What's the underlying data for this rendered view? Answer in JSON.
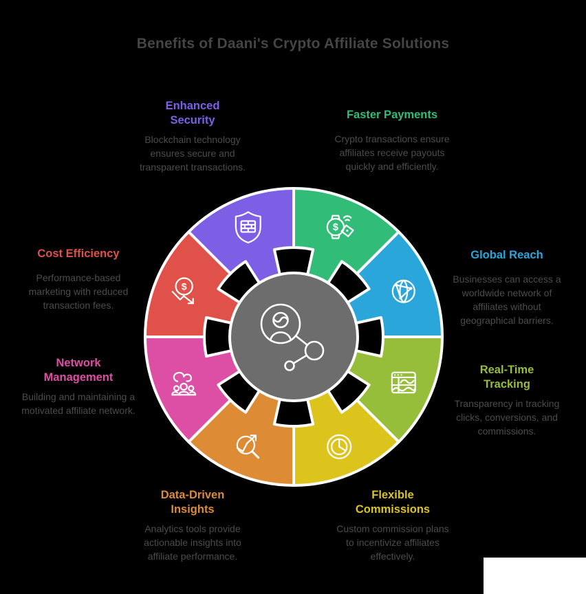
{
  "title": "Benefits of Daani's Crypto Affiliate Solutions",
  "text_colors": {
    "title": "#454545",
    "body": "#4c4c4c"
  },
  "center": {
    "icon": "affiliate-network-icon",
    "color": "#6d6d6d"
  },
  "watermark": {
    "color": "#ffffff"
  },
  "benefits": [
    {
      "id": "enhanced-security",
      "label": "Enhanced Security",
      "description": "Blockchain technology ensures secure and transparent transactions.",
      "color": "#7d5fe6",
      "icon": "shield-icon"
    },
    {
      "id": "faster-payments",
      "label": "Faster Payments",
      "description": "Crypto transactions ensure affiliates receive payouts quickly and efficiently.",
      "color": "#31bd78",
      "icon": "smartwatch-payment-icon"
    },
    {
      "id": "global-reach",
      "label": "Global Reach",
      "description": "Businesses can access a worldwide network of affiliates without geographical barriers.",
      "color": "#2aa6db",
      "icon": "globe-network-icon"
    },
    {
      "id": "real-time-tracking",
      "label": "Real-Time Tracking",
      "description": "Transparency in tracking clicks, conversions, and commissions.",
      "color": "#96be3a",
      "icon": "tracking-dashboard-icon"
    },
    {
      "id": "flexible-commissions",
      "label": "Flexible Commissions",
      "description": "Custom commission plans to incentivize affiliates effectively.",
      "color": "#ddc41d",
      "icon": "pie-chart-icon"
    },
    {
      "id": "data-driven-insights",
      "label": "Data-Driven Insights",
      "description": "Analytics tools provide actionable insights into affiliate performance.",
      "color": "#dd8c35",
      "icon": "insights-magnifier-icon"
    },
    {
      "id": "network-management",
      "label": "Network Management",
      "description": "Building and maintaining a motivated affiliate network.",
      "color": "#dc4fa4",
      "icon": "team-icon"
    },
    {
      "id": "cost-efficiency",
      "label": "Cost Efficiency",
      "description": "Performance-based marketing with reduced transaction fees.",
      "color": "#df5149",
      "icon": "dollar-decrease-icon"
    }
  ]
}
